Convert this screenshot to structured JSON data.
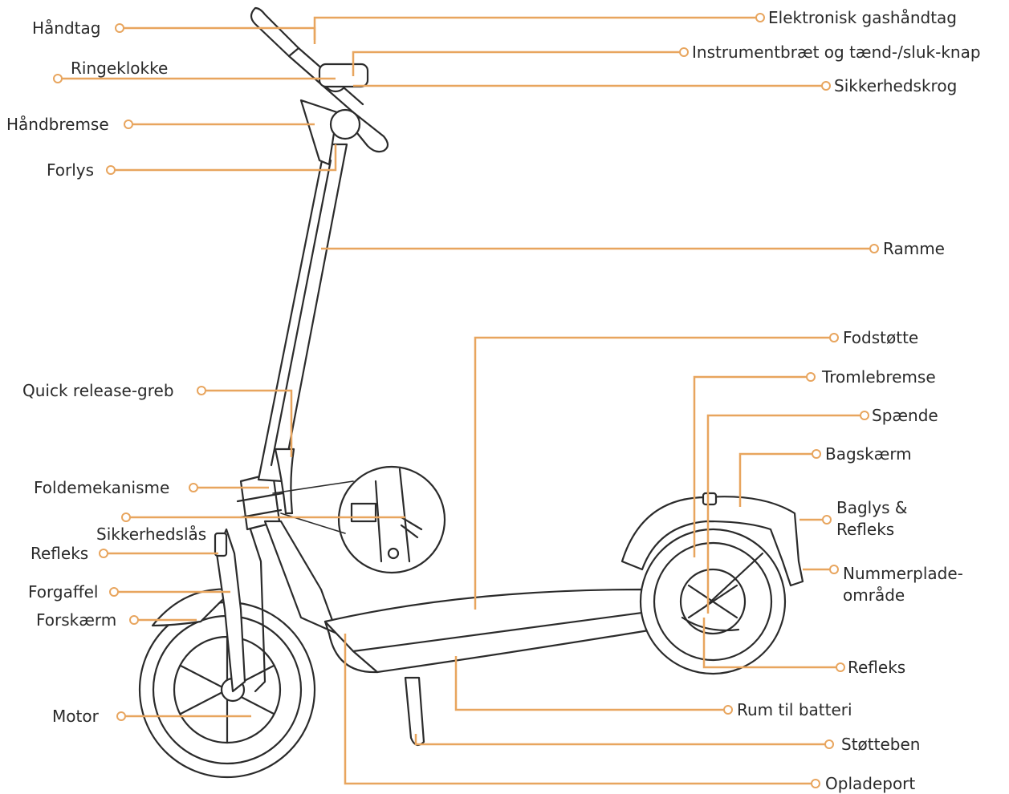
{
  "colors": {
    "leader": "#e8a55e",
    "outline": "#2b2b2b",
    "text": "#2a2a2a",
    "background": "#ffffff"
  },
  "labels": {
    "handtag": "Håndtag",
    "ringeklokke": "Ringeklokke",
    "handbremse": "Håndbremse",
    "forlys": "Forlys",
    "quick_release": "Quick release-greb",
    "foldemekanisme": "Foldemekanisme",
    "sikkerhedslas": "Sikkerhedslås",
    "refleks_front": "Refleks",
    "forgaffel": "Forgaffel",
    "forskaerm": "Forskærm",
    "motor": "Motor",
    "gashandtag": "Elektronisk gashåndtag",
    "instrumentbraet": "Instrumentbræt og tænd-/sluk-knap",
    "sikkerhedskrog": "Sikkerhedskrog",
    "ramme": "Ramme",
    "fodstotte": "Fodstøtte",
    "tromlebremse": "Tromlebremse",
    "spaende": "Spænde",
    "bagskaerm": "Bagskærm",
    "baglys": "Baglys &\nRefleks",
    "nummerplade": "Nummerplade-\nområde",
    "refleks_rear": "Refleks",
    "batteri": "Rum til batteri",
    "stotteben": "Støtteben",
    "opladeport": "Opladeport"
  }
}
